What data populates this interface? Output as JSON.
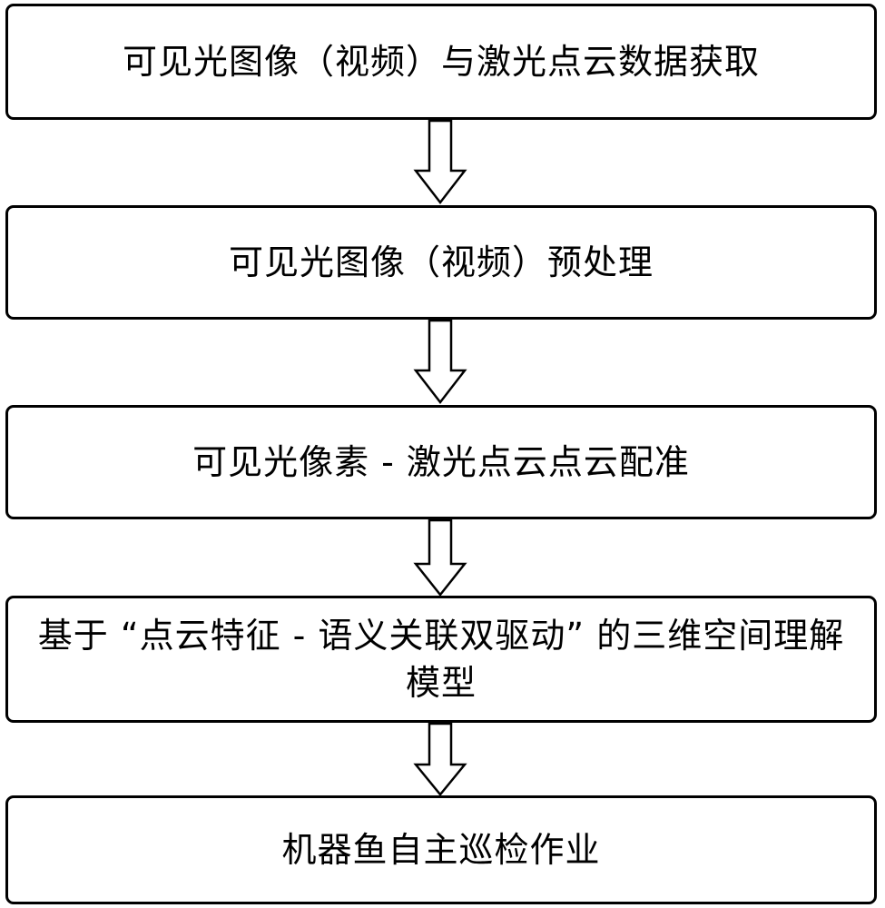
{
  "flowchart": {
    "steps": [
      {
        "label": "可见光图像（视频）与激光点云数据获取"
      },
      {
        "label": "可见光图像（视频）预处理"
      },
      {
        "label": "可见光像素 - 激光点云点云配准"
      },
      {
        "label": "基于 “点云特征 - 语义关联双驱动” 的三维空间理解模型"
      },
      {
        "label": "机器鱼自主巡检作业"
      }
    ],
    "colors": {
      "stroke": "#000000",
      "fill": "#ffffff",
      "text": "#000000"
    }
  }
}
